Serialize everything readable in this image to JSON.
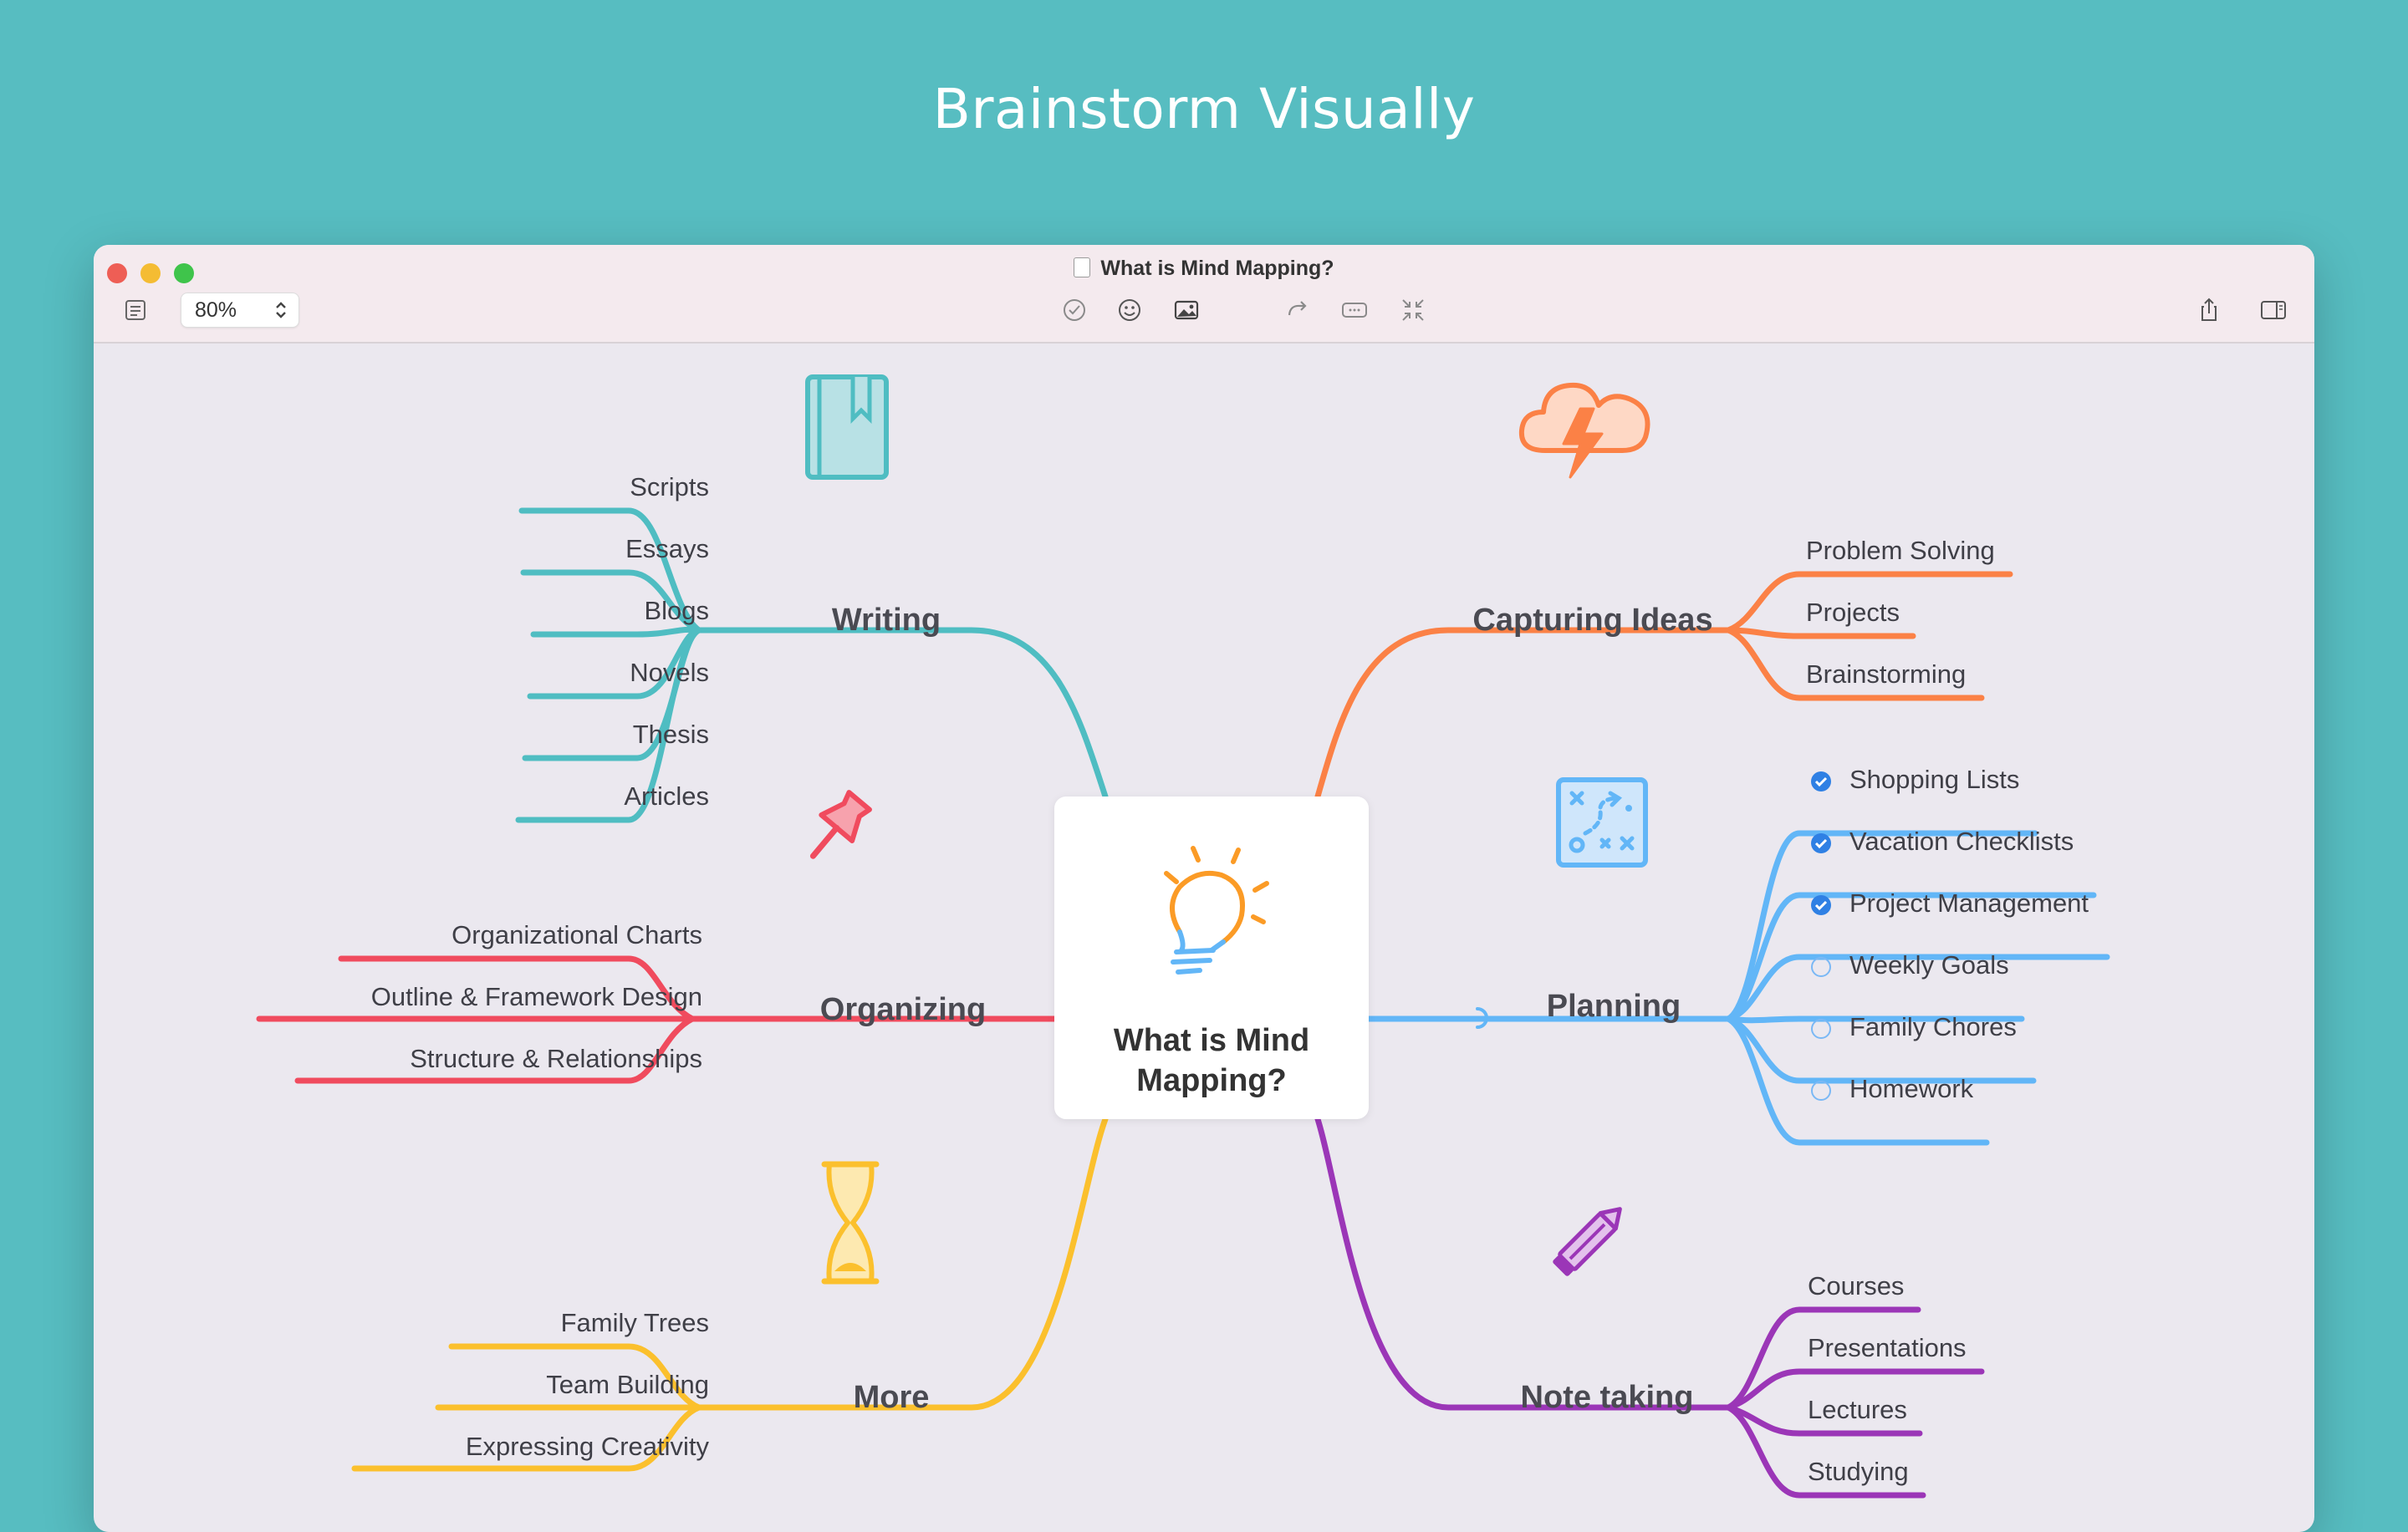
{
  "hero_title": "Brainstorm Visually",
  "window": {
    "title": "What is Mind Mapping?",
    "zoom": "80%"
  },
  "toolbar_icons": [
    "outline-icon",
    "task-icon",
    "emoji-icon",
    "image-icon",
    "redo-icon",
    "label-icon",
    "focus-icon",
    "share-icon",
    "sidebar-icon"
  ],
  "central": {
    "line1": "What is Mind",
    "line2": "Mapping?"
  },
  "branches": {
    "writing": {
      "title": "Writing",
      "color": "#4fbdc2",
      "items": [
        "Scripts",
        "Essays",
        "Blogs",
        "Novels",
        "Thesis",
        "Articles"
      ]
    },
    "organizing": {
      "title": "Organizing",
      "color": "#f04b5e",
      "items": [
        "Organizational Charts",
        "Outline & Framework Design",
        "Structure & Relationships"
      ]
    },
    "more": {
      "title": "More",
      "color": "#fbc02d",
      "items": [
        "Family Trees",
        "Team Building",
        "Expressing Creativity"
      ]
    },
    "capturing": {
      "title": "Capturing Ideas",
      "color": "#fb8146",
      "items": [
        "Problem Solving",
        "Projects",
        "Brainstorming"
      ]
    },
    "planning": {
      "title": "Planning",
      "color": "#62b6f7",
      "items": [
        {
          "label": "Shopping Lists",
          "done": true
        },
        {
          "label": "Vacation Checklists",
          "done": true
        },
        {
          "label": "Project Management",
          "done": true
        },
        {
          "label": "Weekly Goals",
          "done": false
        },
        {
          "label": "Family Chores",
          "done": false
        },
        {
          "label": "Homework",
          "done": false
        }
      ]
    },
    "notes": {
      "title": "Note taking",
      "color": "#9b36b7",
      "items": [
        "Courses",
        "Presentations",
        "Lectures",
        "Studying"
      ]
    }
  }
}
